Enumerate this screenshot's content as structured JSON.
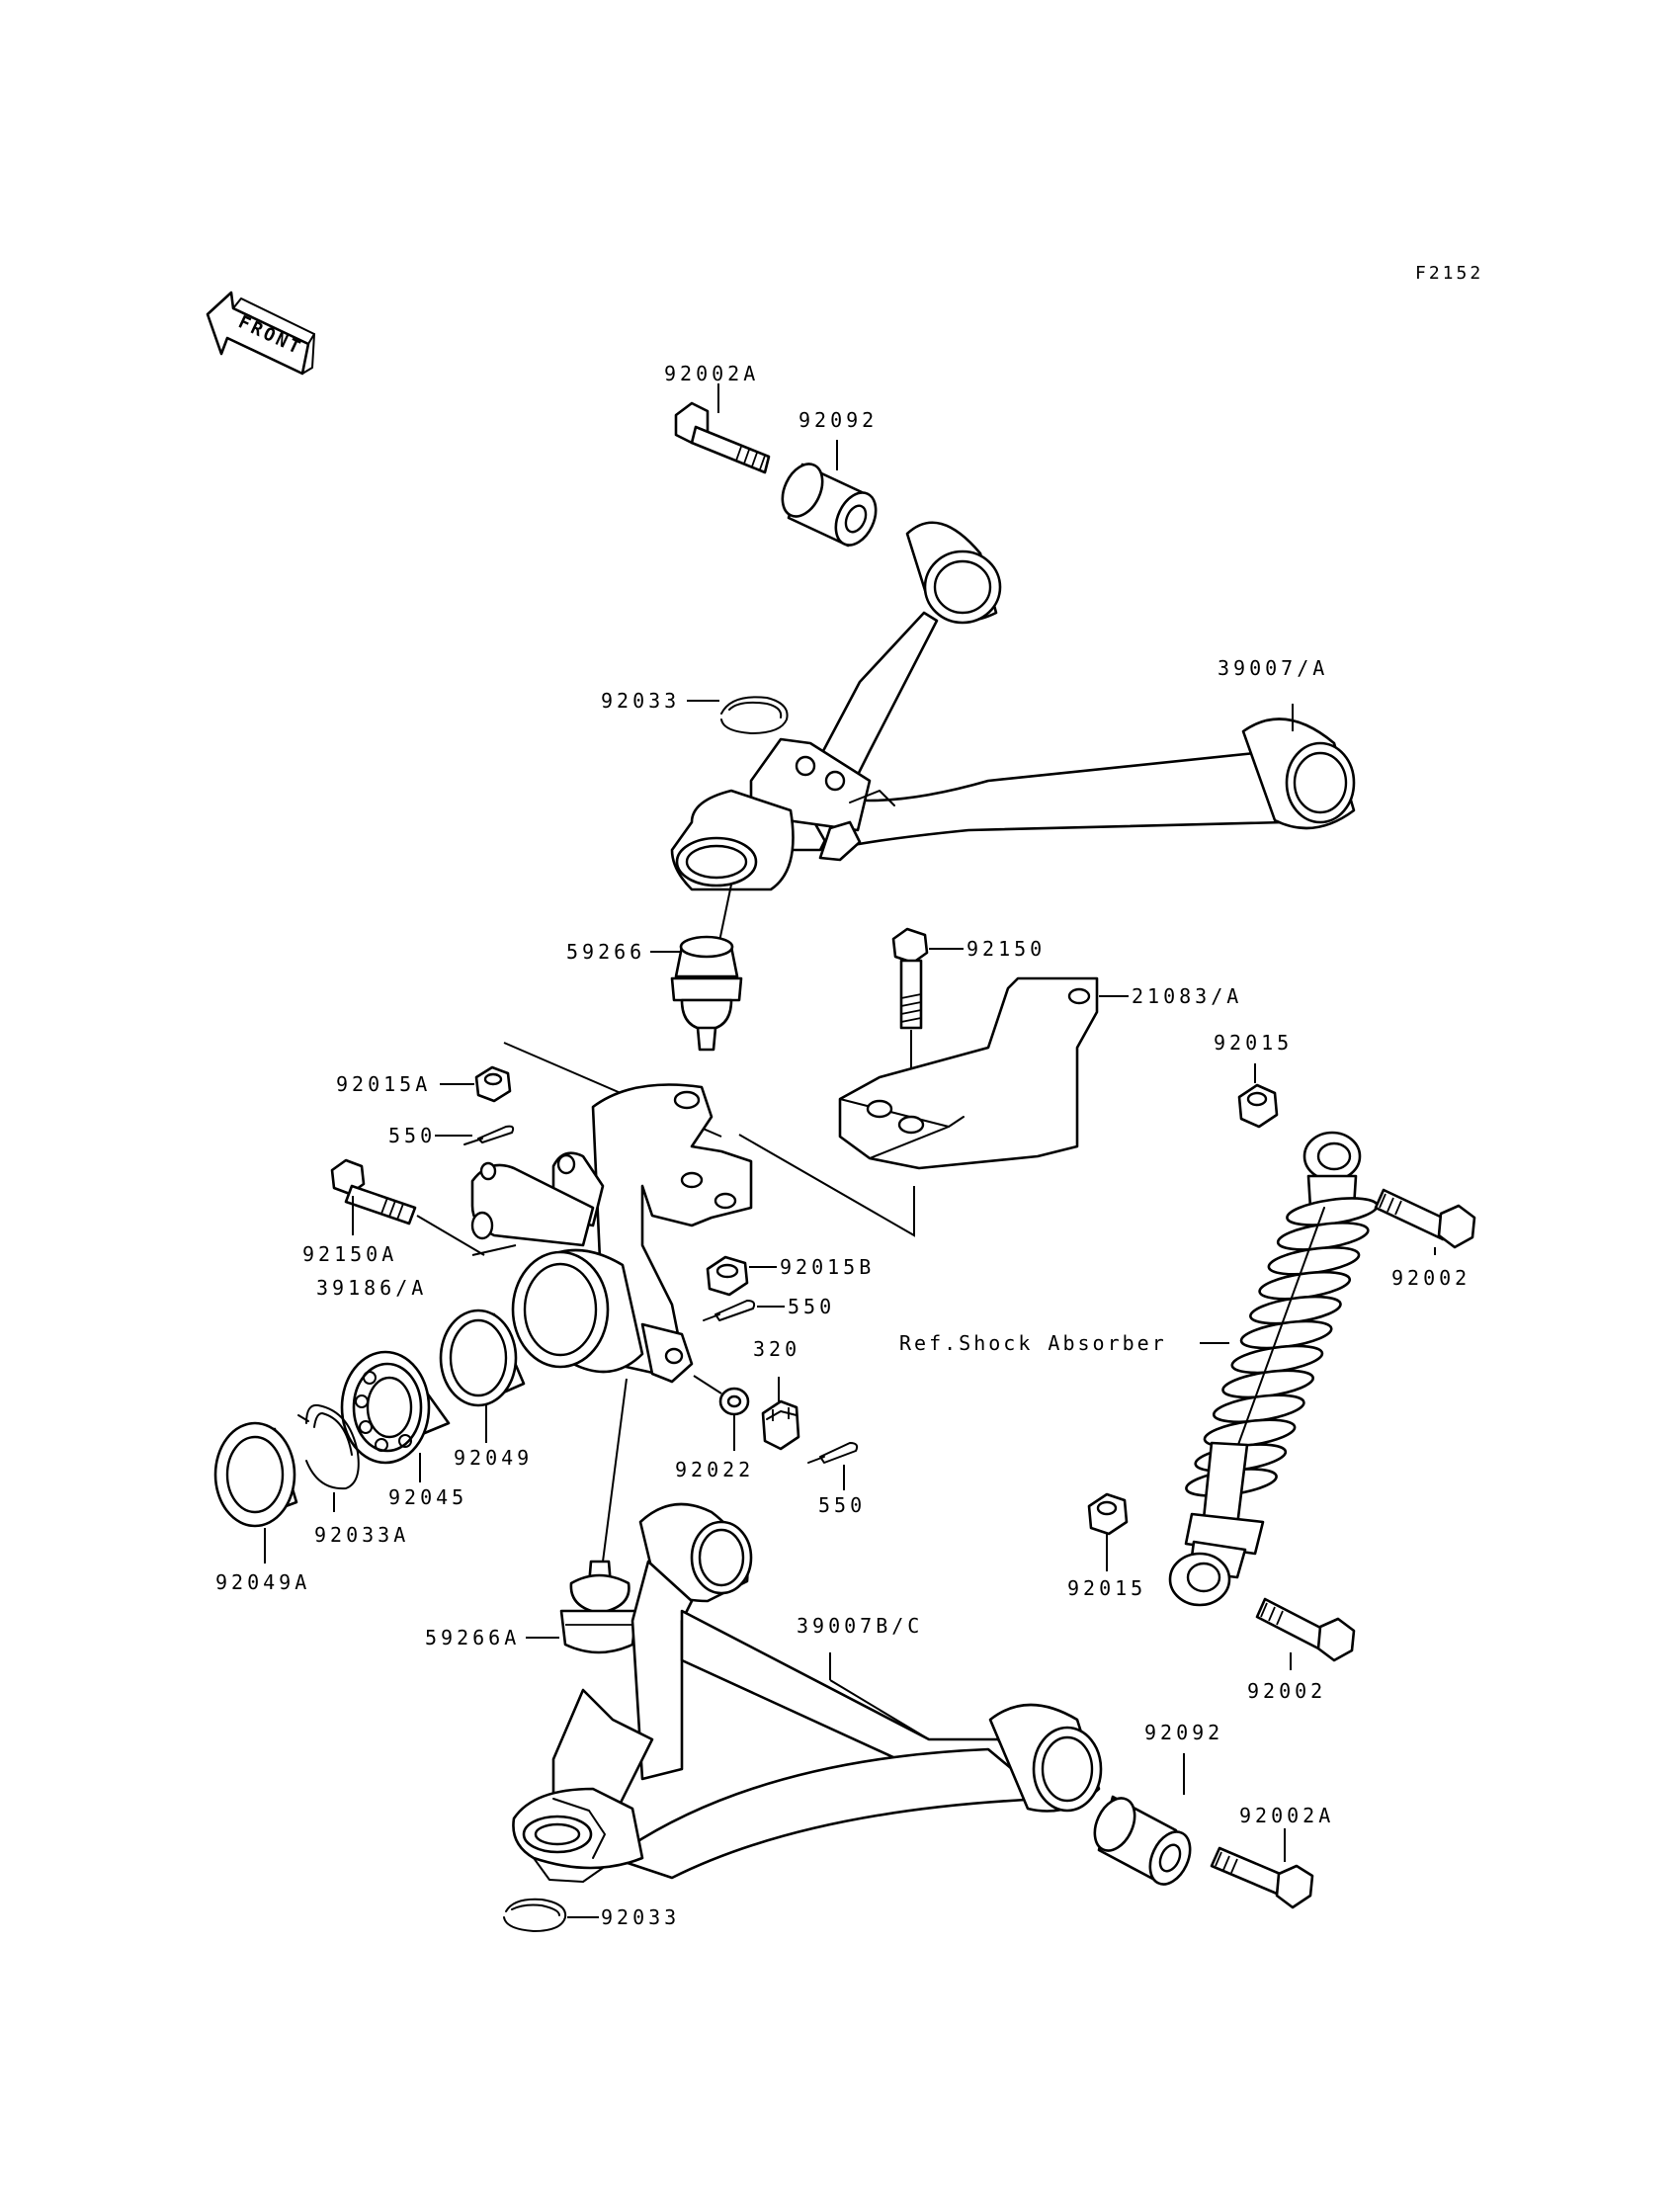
{
  "figure_code": "F2152",
  "front_label": "FRONT",
  "ref_label": "Ref.Shock Absorber",
  "part_labels": {
    "bolt_upper_arm_pivot": "92002A",
    "bushing_upper": "92092",
    "upper_arm": "39007/A",
    "circlip_upper": "92033",
    "ball_joint_upper": "59266",
    "bolt_bracket": "92150",
    "bracket": "21083/A",
    "nut_shock_top": "92015",
    "nut_knuckle_upper": "92015A",
    "cotter_pin_upper": "550",
    "bolt_knuckle": "92150A",
    "knuckle": "39186/A",
    "nut_knuckle_lower": "92015B",
    "cotter_pin_mid": "550",
    "nut_castle": "320",
    "washer": "92022",
    "cotter_pin_lower": "550",
    "bolt_shock_top": "92002",
    "seal_inner": "92049",
    "bearing": "92045",
    "circlip_bearing": "92033A",
    "seal_outer": "92049A",
    "ball_joint_lower": "59266A",
    "lower_arm": "39007B/C",
    "nut_shock_bottom": "92015",
    "bolt_shock_bottom": "92002",
    "bushing_lower": "92092",
    "bolt_lower_arm_pivot": "92002A",
    "circlip_lower": "92033"
  }
}
